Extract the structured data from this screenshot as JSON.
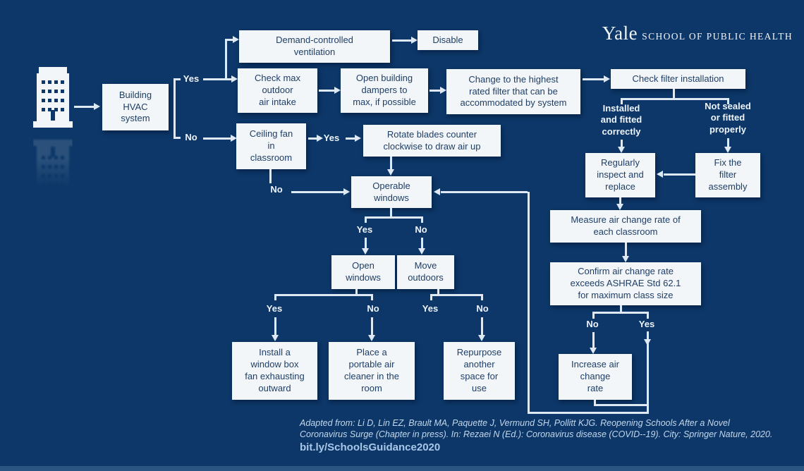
{
  "brand": {
    "name": "Yale",
    "school": "SCHOOL OF PUBLIC HEALTH"
  },
  "flowchart": {
    "start_icon": "building-icon",
    "nodes": {
      "building_hvac": "Building\nHVAC\nsystem",
      "demand_controlled": "Demand-controlled\nventilation",
      "disable": "Disable",
      "check_max_intake": "Check max\noutdoor\nair intake",
      "open_dampers": "Open building\ndampers to\nmax, if possible",
      "highest_filter": "Change to the highest\nrated filter that can be\naccommodated by system",
      "check_filter": "Check filter installation",
      "inspect_replace": "Regularly\ninspect and\nreplace",
      "fix_filter": "Fix the\nfilter\nassembly",
      "measure_rate": "Measure air change rate of\neach classroom",
      "confirm_rate": "Confirm air change rate\nexceeds ASHRAE Std 62.1\nfor maximum class size",
      "increase_rate": "Increase air\nchange\nrate",
      "ceiling_fan": "Ceiling fan\nin\nclassroom",
      "rotate_blades": "Rotate blades counter\nclockwise to draw air up",
      "operable_windows": "Operable\nwindows",
      "open_windows": "Open\nwindows",
      "move_outdoors": "Move\noutdoors",
      "window_box_fan": "Install a\nwindow box\nfan exhausting\noutward",
      "portable_cleaner": "Place a\nportable air\ncleaner in the\nroom",
      "repurpose_space": "Repurpose\nanother\nspace for\nuse"
    },
    "branch_labels": {
      "hvac_yes": "Yes",
      "hvac_no": "No",
      "fan_yes": "Yes",
      "fan_no": "No",
      "installed_correctly": "Installed\nand fitted\ncorrectly",
      "not_sealed": "Not sealed\nor fitted\nproperly",
      "operable_yes": "Yes",
      "operable_no": "No",
      "open_yes": "Yes",
      "open_no": "No",
      "move_yes": "Yes",
      "move_no": "No",
      "rate_no": "No",
      "rate_yes": "Yes"
    }
  },
  "footer": {
    "citation_line1": "Adapted from: Li D, Lin EZ, Brault MA, Paquette J, Vermund SH, Pollitt KJG. Reopening Schools After a Novel",
    "citation_line2": "Coronavirus Surge (Chapter in press). In: Rezaei N (Ed.): Coronavirus disease (COVID--19). City: Springer Nature, 2020.",
    "link": "bit.ly/SchoolsGuidance2020"
  },
  "colors": {
    "background": "#0c3768",
    "box_fill": "#f3f6f9",
    "box_text": "#1e3e66",
    "connector": "#dfe9f3",
    "label_text": "#eef4fa",
    "link_text": "#a9c7e8",
    "citation_text": "#c4d8ec"
  }
}
